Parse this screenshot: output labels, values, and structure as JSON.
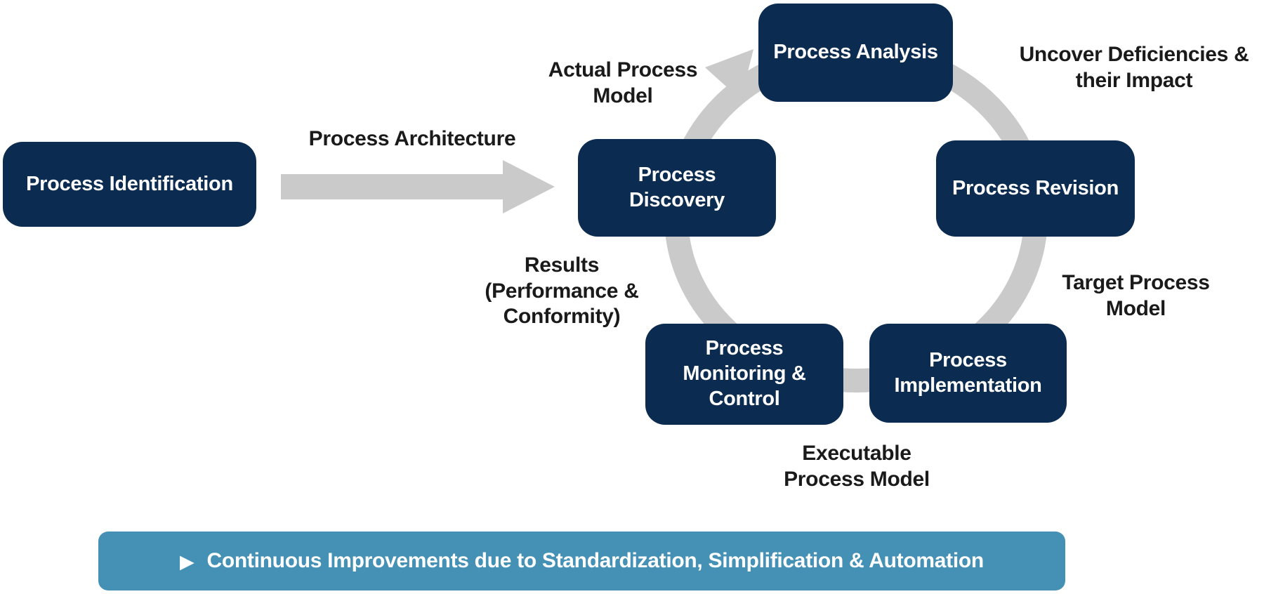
{
  "colors": {
    "box_navy": "#0c2b50",
    "arrow_gray": "#cacaca",
    "banner_blue": "#4591b5",
    "label_black": "#1a1a1a",
    "background": "#ffffff"
  },
  "flow": {
    "identification_label": "Process Identification",
    "architecture_label": "Process Architecture"
  },
  "cycle": {
    "discovery_label": "Process\nDiscovery",
    "analysis_label": "Process Analysis",
    "revision_label": "Process Revision",
    "implementation_label": "Process\nImplementation",
    "monitoring_label": "Process\nMonitoring &\nControl",
    "edge_labels": {
      "actual_process_model": "Actual Process\nModel",
      "uncover_deficiencies": "Uncover Deficiencies &\ntheir Impact",
      "target_process_model": "Target Process\nModel",
      "executable_process_model": "Executable\nProcess Model",
      "results": "Results\n(Performance &\nConformity)"
    }
  },
  "banner": {
    "icon": "▶",
    "text": "Continuous Improvements due to Standardization, Simplification & Automation"
  }
}
